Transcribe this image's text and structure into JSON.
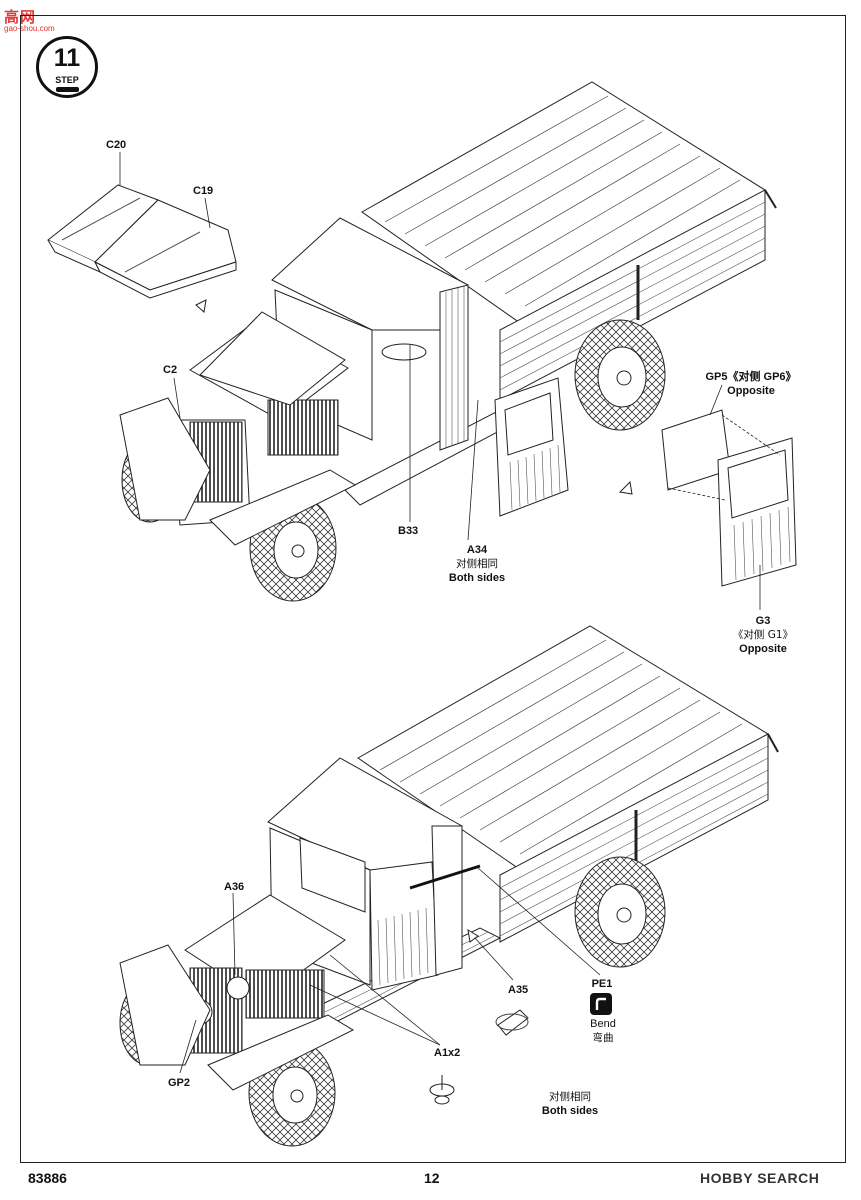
{
  "watermark": {
    "name": "高网",
    "url": "gao-shou.com"
  },
  "step": {
    "number": "11",
    "word": "STEP"
  },
  "labels": {
    "c20": "C20",
    "c19": "C19",
    "c2": "C2",
    "b33": "B33",
    "a34": "A34",
    "a34_cn": "对侧相同",
    "a34_en": "Both sides",
    "gp5": "GP5《对侧 GP6》",
    "gp5_en": "Opposite",
    "g3": "G3",
    "g3_cn": "《对侧 G1》",
    "g3_en": "Opposite",
    "a36": "A36",
    "a35": "A35",
    "pe1": "PE1",
    "bend_en": "Bend",
    "bend_cn": "弯曲",
    "a1x2": "A1x2",
    "gp2": "GP2",
    "bottom_cn": "对侧相同",
    "bottom_en": "Both sides"
  },
  "footer": {
    "code": "83886",
    "page": "12",
    "brand": "HOBBY SEARCH"
  },
  "colors": {
    "ink": "#111111",
    "brand_red": "#e03c3c"
  }
}
